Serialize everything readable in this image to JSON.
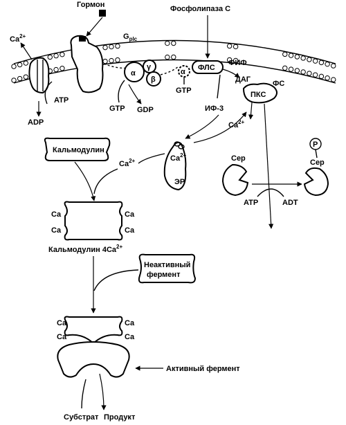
{
  "labels": {
    "hormone": "Гормон",
    "phospholipase": "Фосфолипаза С",
    "ca_out": "Ca",
    "ca_sup": "2+",
    "gplc_main": "G",
    "gplc_sub": "plc",
    "alpha": "α",
    "gamma": "γ",
    "beta": "β",
    "flc": "ФЛС",
    "fif": "ФИФ",
    "dag": "ДАГ",
    "fs": "ФС",
    "pkc": "ПКС",
    "atp_top": "ATP",
    "adp": "ADP",
    "gtp_left": "GTP",
    "gdp": "GDP",
    "gtp_mid": "GTP",
    "if3": "ИФ-3",
    "ca_right": "Ca",
    "calmodulin": "Кальмодулин",
    "ca_left": "Ca",
    "ca_er": "Ca",
    "er": "ЭР",
    "ser_left": "Сер",
    "ser_right": "Сер",
    "p": "P",
    "atp_bottom": "ATP",
    "adt": "ADT",
    "ca": "Ca",
    "calmodulin_4ca": "Кальмодулин 4Ca",
    "inactive_1": "Неактивный",
    "inactive_2": "фермент",
    "active_enzyme": "Активный фермент",
    "substrate": "Субстрат",
    "product": "Продукт"
  },
  "colors": {
    "ink": "#000000",
    "background": "#ffffff"
  }
}
